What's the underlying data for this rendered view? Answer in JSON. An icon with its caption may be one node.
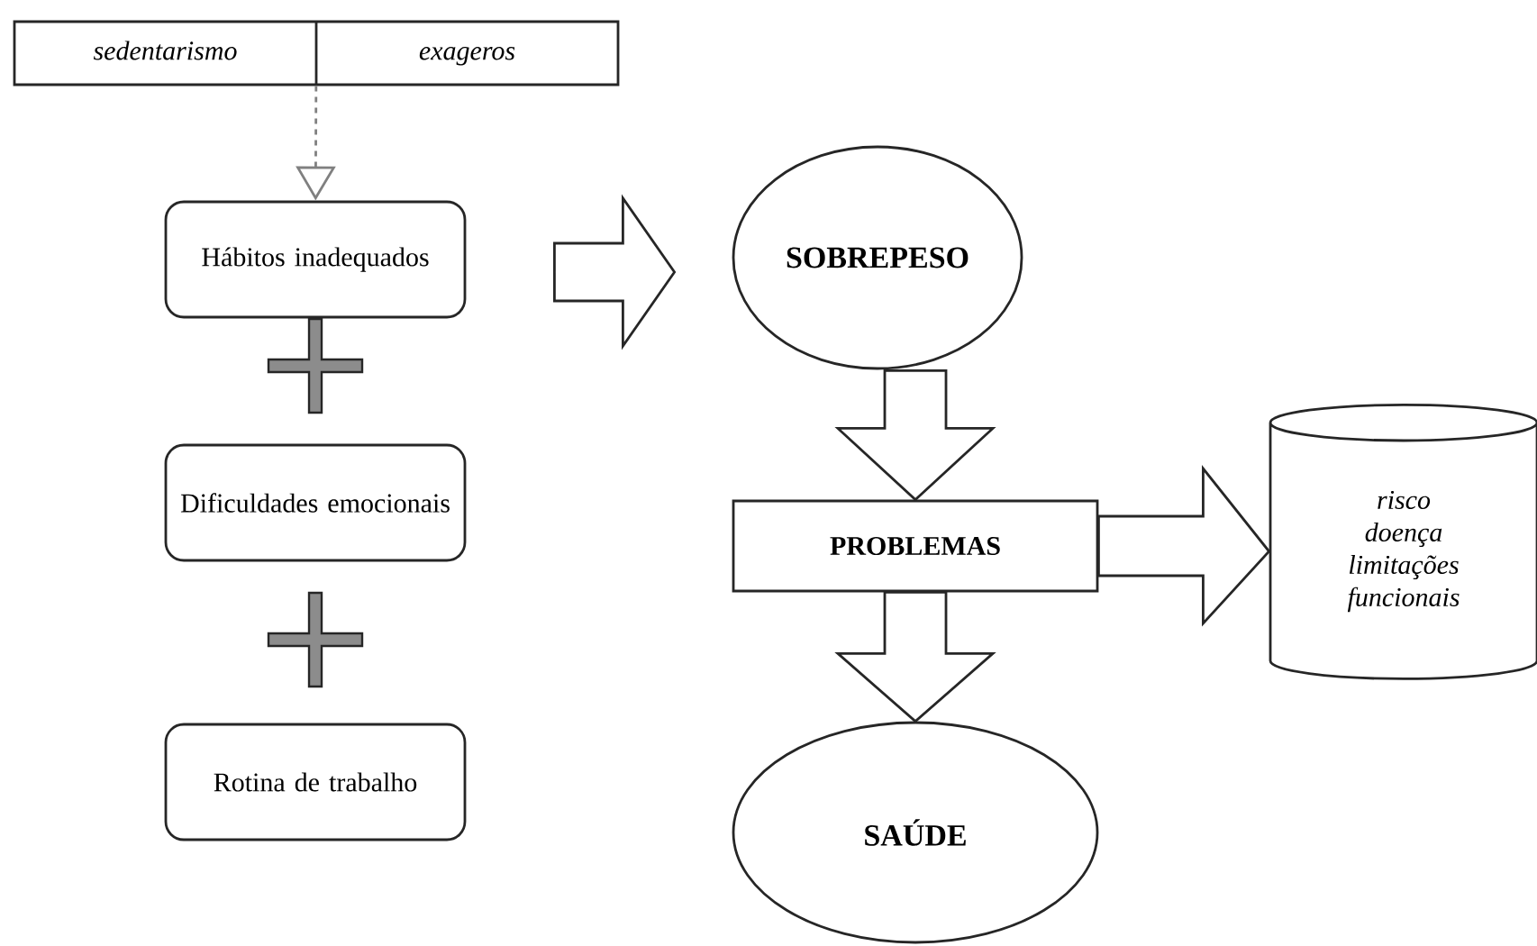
{
  "diagram": {
    "nodes": [
      {
        "text": [
          "sedentarismo",
          "exageros"
        ]
      },
      {
        "text": [
          "Hábitos inadequados"
        ]
      },
      {
        "text": [
          "Dificuldades emocionais"
        ]
      },
      {
        "text": [
          "Rotina de trabalho"
        ]
      },
      {
        "text": [
          "SOBREPESO"
        ]
      },
      {
        "text": [
          "PROBLEMAS"
        ]
      },
      {
        "text": [
          "risco doença limitações funcionais"
        ]
      },
      {
        "text": [
          "SAÚDE"
        ]
      }
    ],
    "edges": [
      {
        "from": 0,
        "to": 1,
        "arrow": "to",
        "style": "dashed",
        "color": "#808080"
      },
      {
        "from": 1,
        "to": 4,
        "arrow": "to"
      },
      {
        "from": 4,
        "to": 5,
        "arrow": "to"
      },
      {
        "from": 5,
        "to": 6,
        "arrow": "to"
      },
      {
        "from": 5,
        "to": 7,
        "arrow": "to"
      }
    ]
  }
}
